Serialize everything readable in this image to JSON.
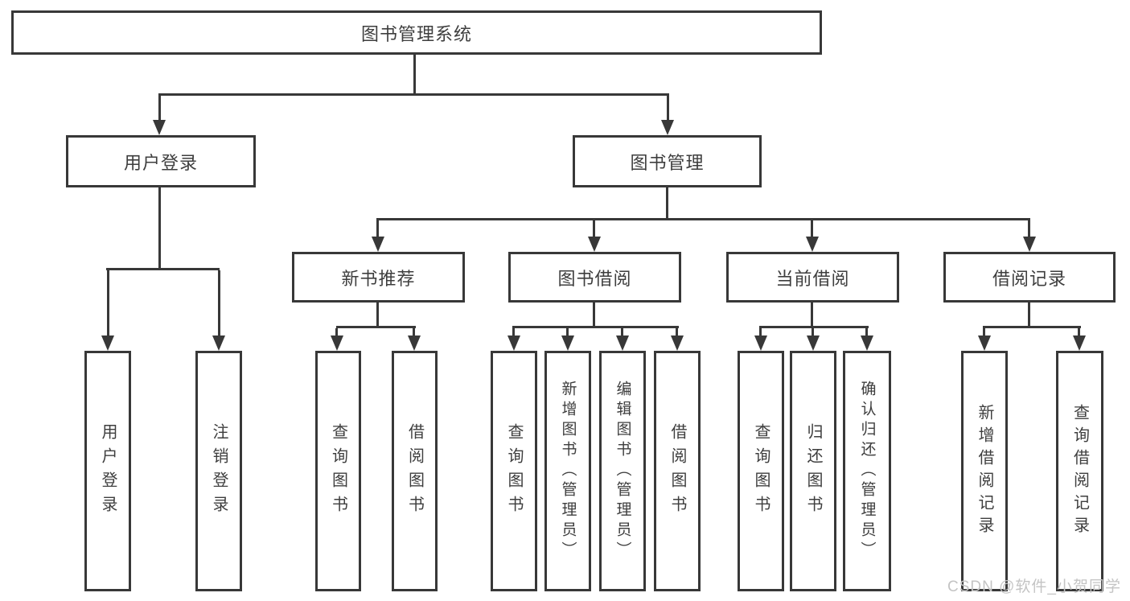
{
  "diagram_type": "hierarchy-chart",
  "colors": {
    "line": "#383838",
    "text": "#3e3e3e",
    "background": "#ffffff",
    "watermark_text_color": "#c4c4c4"
  },
  "tree": {
    "root": {
      "label": "图书管理系统"
    },
    "children": [
      {
        "label": "用户登录",
        "children": [
          {
            "label": "用户登录"
          },
          {
            "label": "注销登录"
          }
        ]
      },
      {
        "label": "图书管理",
        "children": [
          {
            "label": "新书推荐",
            "children": [
              {
                "label": "查询图书"
              },
              {
                "label": "借阅图书"
              }
            ]
          },
          {
            "label": "图书借阅",
            "children": [
              {
                "label": "查询图书"
              },
              {
                "label": "新增图书（管理员）"
              },
              {
                "label": "编辑图书（管理员）"
              },
              {
                "label": "借阅图书"
              }
            ]
          },
          {
            "label": "当前借阅",
            "children": [
              {
                "label": "查询图书"
              },
              {
                "label": "归还图书"
              },
              {
                "label": "确认归还（管理员）"
              }
            ]
          },
          {
            "label": "借阅记录",
            "children": [
              {
                "label": "新增借阅记录"
              },
              {
                "label": "查询借阅记录"
              }
            ]
          }
        ]
      }
    ]
  },
  "watermark": {
    "text": "CSDN @软件_小贺同学"
  }
}
